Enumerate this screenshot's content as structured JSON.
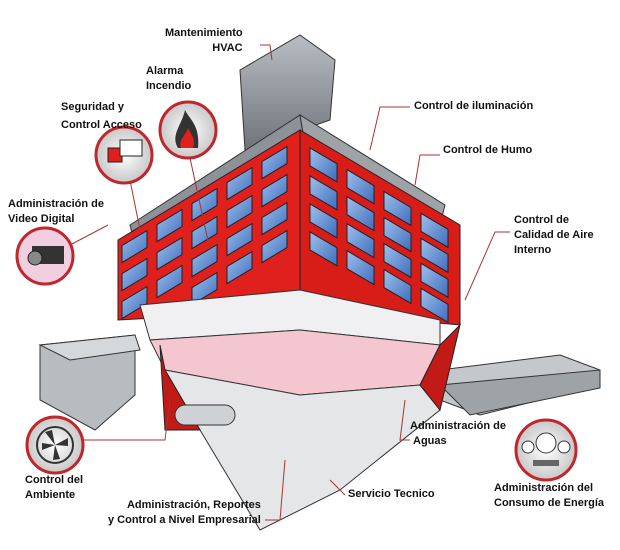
{
  "labels": {
    "hvac": [
      "Mantenimiento",
      "HVAC"
    ],
    "fire": [
      "Alarma",
      "Incendio"
    ],
    "security": [
      "Seguridad  y",
      "Control Acceso"
    ],
    "video": [
      "Administración de",
      "Video Digital"
    ],
    "lighting": [
      "Control de iluminación"
    ],
    "smoke": [
      "Control de Humo"
    ],
    "air": [
      "Control de",
      "Calidad de Aire",
      "Interno"
    ],
    "water": [
      "Administración de",
      "Aguas"
    ],
    "environment": [
      "Control del",
      "Ambiente"
    ],
    "enterprise": [
      "Administración, Reportes",
      "y Control a Nivel Empresarial"
    ],
    "service": [
      "Servicio Tecnico"
    ],
    "energy": [
      "Administración del",
      "Consumo de Energía"
    ]
  },
  "colors": {
    "facade": "#e0201c",
    "window": "#4a7bc8",
    "roof": "#8a8f96",
    "ring": "#c0272d",
    "floor": "#f4c6cf"
  }
}
